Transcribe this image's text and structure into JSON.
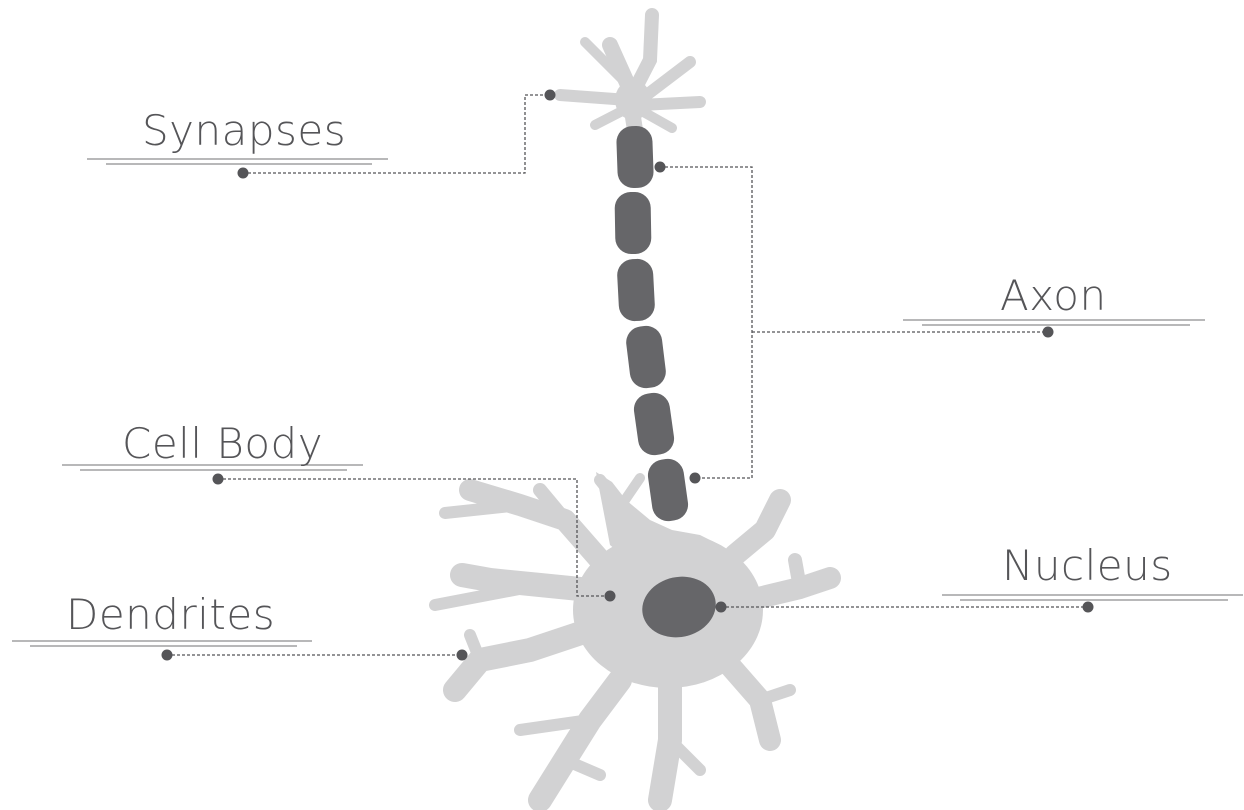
{
  "labels": {
    "synapses": "Synapses",
    "axon": "Axon",
    "cell_body": "Cell Body",
    "nucleus": "Nucleus",
    "dendrites": "Dendrites"
  },
  "colors": {
    "cell": "#d2d2d3",
    "myelin": "#666669",
    "nucleus": "#666669",
    "text": "#555558",
    "leader": "#555558"
  }
}
